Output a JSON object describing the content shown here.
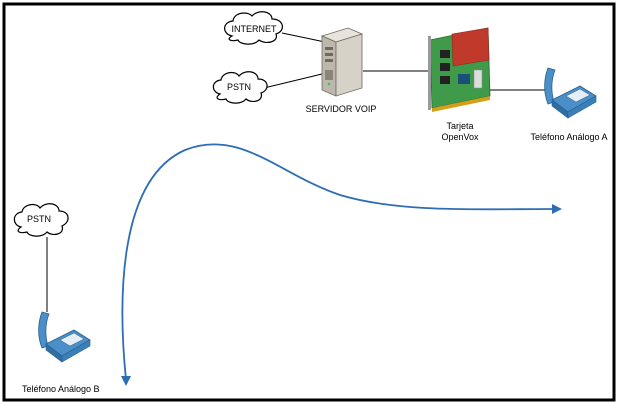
{
  "clouds": {
    "internet": "INTERNET",
    "pstn_top": "PSTN",
    "pstn_left": "PSTN"
  },
  "labels": {
    "server": "SERVIDOR VOIP",
    "card_line1": "Tarjeta",
    "card_line2": "OpenVox",
    "phone_a": "Teléfono Análogo A",
    "phone_b": "Teléfono Análogo B"
  },
  "colors": {
    "border": "#000000",
    "arrow": "#2e6db4",
    "phone_blue": "#4a8fc7",
    "card_green": "#3f9a4a",
    "card_red": "#c0392b"
  },
  "icons": [
    "cloud-icon",
    "server-icon",
    "network-card-icon",
    "analog-phone-icon",
    "curved-arrow-icon"
  ]
}
